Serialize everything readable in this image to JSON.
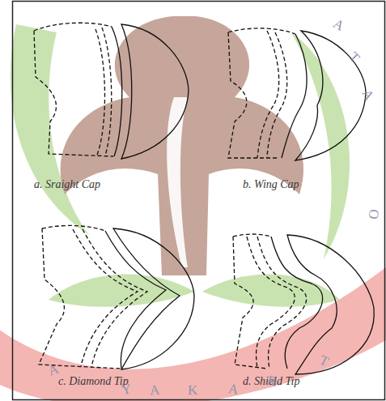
{
  "diagram": {
    "labels": [
      "a. Sraight Cap",
      "b. Wing Cap",
      "c. Diamond Tip",
      "d. Shield Tip",
      "A",
      "T",
      "A",
      "O",
      "Y",
      "A",
      "K",
      "A",
      "R",
      "T",
      "A"
    ]
  }
}
